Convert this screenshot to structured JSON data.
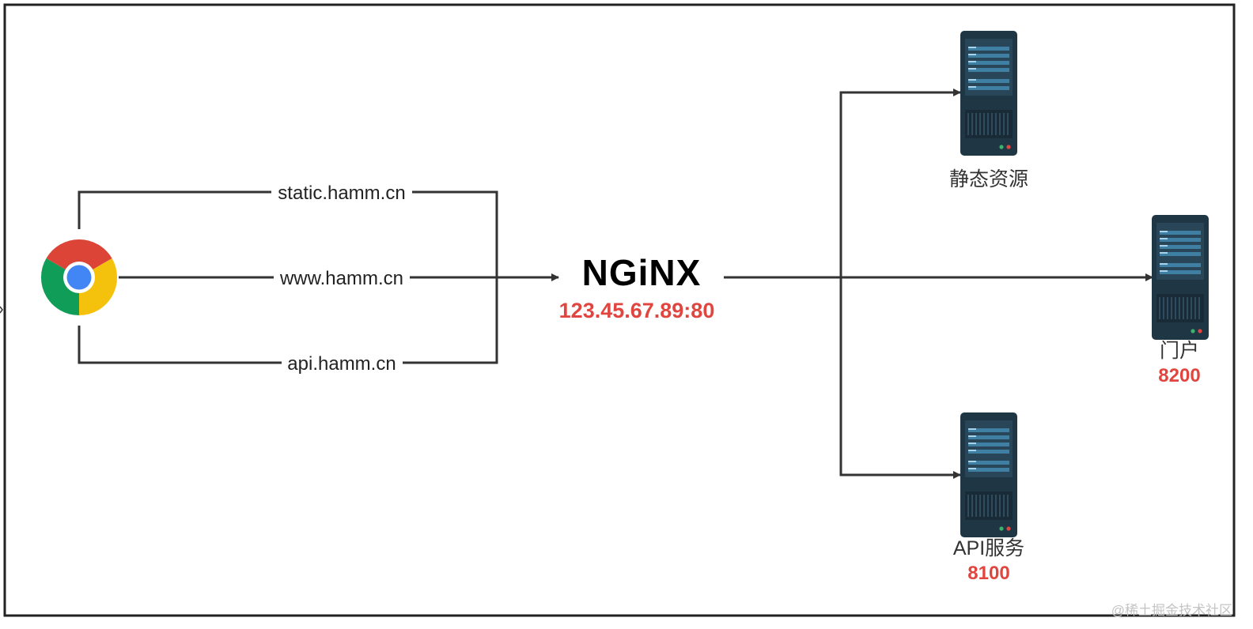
{
  "browser": {
    "icon": "chrome-icon"
  },
  "routes": {
    "static": "static.hamm.cn",
    "www": "www.hamm.cn",
    "api": "api.hamm.cn"
  },
  "nginx": {
    "logo_text": "NGiNX",
    "address": "123.45.67.89:80"
  },
  "servers": {
    "static": {
      "label": "静态资源",
      "port": ""
    },
    "portal": {
      "label": "门户",
      "port": "8200"
    },
    "api": {
      "label": "API服务",
      "port": "8100"
    }
  },
  "watermark": "@稀土掘金技术社区",
  "colors": {
    "accent": "#e0463f",
    "line": "#333333",
    "server_body": "#1f3644",
    "server_stripe": "#3f7fa3"
  }
}
